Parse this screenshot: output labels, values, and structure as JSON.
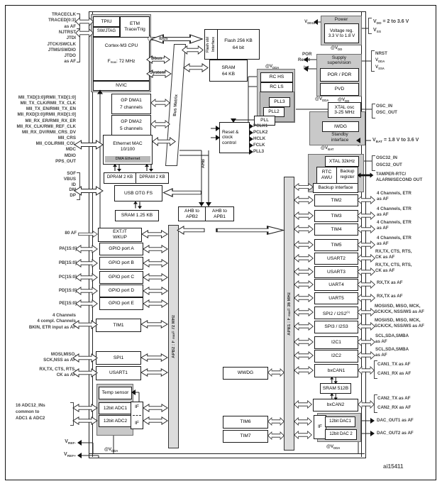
{
  "figure_id": "ai15411",
  "cpu": {
    "tpiu": "TPIU",
    "swjtag": "SW/JTAG",
    "etm": [
      "ETM",
      "Trace/Trig"
    ],
    "name": "Cortex-M3 CPU",
    "fmax": {
      "pre": "F",
      "sub": "max",
      "post": ": 72 MHz"
    },
    "nvic": "NVIC"
  },
  "left_pins": {
    "trace": [
      "TRACECLK",
      "TRACED[0:3]",
      "as AF"
    ],
    "jtag": [
      "NJTRST",
      "JTDI",
      "JTCK/SWCLK",
      "JTMS/SWDIO",
      "JTDO",
      "as AF"
    ],
    "eth": [
      "MII_TXD[3:0]/RMII_TXD[1:0]",
      "MII_TX_CLK/RMII_TX_CLK",
      "MII_TX_EN/RMII_TX_EN",
      "MII_RXD[3:0]/RMII_RXD[1:0]",
      "MII_RX_ER/RMII_RX_ER",
      "MII_RX_CLK/RMII_REF_CLK",
      "MII_RX_DV/RMII_CRS_DV",
      "MII_CRS",
      "MII_COL/RMII_COL",
      "MDC",
      "MDIO",
      "PPS_OUT"
    ],
    "usb": [
      "SOF",
      "VBUS",
      "ID",
      "DM",
      "DP"
    ],
    "exti": "80 AF",
    "ports": [
      "PA[15:0]",
      "PB[15:0]",
      "PC[15:0]",
      "PD[15:0]",
      "PE[15:0]"
    ],
    "tim1": [
      "4 Channels",
      "4 compl. Channels",
      "BKIN, ETR input as AF"
    ],
    "spi1": [
      "MOSI,MISO,",
      "SCK,NSS as AF"
    ],
    "usart1": [
      "RX,TX, CTS, RTS,",
      "CK as AF"
    ],
    "adc": [
      "16 ADC12_INs",
      "common to",
      "ADC1 & ADC2"
    ],
    "vref_minus": {
      "pre": "V",
      "sub": "REF-"
    },
    "vref_plus": {
      "pre": "V",
      "sub": "REF+"
    }
  },
  "mem": {
    "flash_if": [
      "Flash obl",
      "Interface"
    ],
    "flash": [
      "Flash 256 KB",
      "64 bit"
    ],
    "sram": [
      "SRAM",
      "64 KB"
    ]
  },
  "buses": {
    "ibus": "Ibus",
    "dbus": "Dbus",
    "system": "System",
    "bus_matrix": "Bus Matrix",
    "ahb": "AHB",
    "ahb_to_apb2": [
      "AHB to",
      "APB2"
    ],
    "ahb_to_apb1": [
      "AHB to",
      "APB1"
    ],
    "apb2_bar": {
      "pre": "APB2 : F",
      "sub": "max",
      "post": " = 72 MHz"
    },
    "apb1_bar": {
      "pre": "APB1 : F",
      "sub": "max",
      "post": " = 36 MHz"
    }
  },
  "dma": {
    "gp_dma1": [
      "GP DMA1",
      "7 channels"
    ],
    "gp_dma2": [
      "GP DMA2",
      "5 channels"
    ],
    "eth_mac": [
      "Ethernet MAC",
      "10/100"
    ],
    "dma_eth": "DMA Ethernet",
    "dpram1": "DPRAM 2 KB",
    "dpram2": "DPRAM 2 KB"
  },
  "usb": {
    "otg": "USB OTG FS",
    "sram": "SRAM 1.25 KB"
  },
  "apb2_periph": {
    "exti": [
      "EXT.IT",
      "WKUP"
    ],
    "gpio": [
      "GPIO port A",
      "GPIO port B",
      "GPIO port C",
      "GPIO port D",
      "GPIO port E"
    ],
    "tim1": "TIM1",
    "spi1": "SPI1",
    "usart1": "USART1",
    "temp": "Temp sensor",
    "adc1": "12bit ADC1",
    "adc2": "12bit ADC2",
    "if": "IF",
    "at_vdda": {
      "pre": "@V",
      "sub": "DDA"
    }
  },
  "clock": {
    "at_vdda": {
      "pre": "@V",
      "sub": "DDA"
    },
    "rc_hs": "RC HS",
    "rc_ls": "RC LS",
    "pll3": "PLL3",
    "pll2": "PLL2",
    "pll": "PLL",
    "rcc": [
      "Reset &",
      "clock",
      "control"
    ],
    "outs": [
      "PCLK1",
      "PCLK2",
      "HCLK",
      "FCLK",
      "PLL3"
    ],
    "xtal": [
      "XTAL osc",
      "3-25 MHz"
    ],
    "at_vdd": {
      "pre": "@V",
      "sub": "DD"
    },
    "iwdg": "IWDG",
    "standby": [
      "Standby",
      "interface"
    ],
    "at_vbat": {
      "pre": "@V",
      "sub": "BAT"
    }
  },
  "power": {
    "title": "Power",
    "vreg": [
      "Voltage reg.",
      "3.3 V to 1.8 V"
    ],
    "at_vdd": {
      "pre": "@V",
      "sub": "DD"
    },
    "vdd18": {
      "pre": "V",
      "sub": "DD18"
    },
    "supply": [
      "Supply",
      "supervision"
    ],
    "por_pdr": "POR / PDR",
    "pvd": "PVD",
    "at_vdda": {
      "pre": "@V",
      "sub": "DDA"
    },
    "por": "POR",
    "reset": "Reset",
    "int": "Int"
  },
  "backup": {
    "xtal32": "XTAL 32kHz",
    "rtc": [
      "RTC",
      "AWU"
    ],
    "bkp_reg": [
      "Backup",
      "register"
    ],
    "bkp_if": "Backup interface"
  },
  "apb1": {
    "items": [
      {
        "label": "TIM2",
        "pins": [
          "4 Channels, ETR",
          "as AF"
        ]
      },
      {
        "label": "TIM3",
        "pins": [
          "4 Channels, ETR",
          "as AF"
        ]
      },
      {
        "label": "TIM4",
        "pins": [
          "4 Channels, ETR",
          "as AF"
        ]
      },
      {
        "label": "TIM5",
        "pins": [
          "4 Channels, ETR",
          "as AF"
        ]
      },
      {
        "label": "USART2",
        "pins": [
          "RX,TX, CTS, RTS,",
          "CK as AF"
        ]
      },
      {
        "label": "USART3",
        "pins": [
          "RX,TX, CTS, RTS,",
          "CK as AF"
        ]
      },
      {
        "label": "UART4",
        "pins": [
          "RX,TX as AF"
        ]
      },
      {
        "label": "UART5",
        "pins": [
          "RX,TX as AF"
        ]
      },
      {
        "label": "SPI2 / I2S2",
        "sup": "(1)",
        "pins": [
          "MOSI/SD, MISO, MCK,",
          "SCK/CK, NSS/WS as AF"
        ]
      },
      {
        "label": "SPI3 / I2S3",
        "pins": [
          "MOSI/SD, MISO, MCK,",
          "SCK/CK, NSS/WS as AF"
        ]
      },
      {
        "label": "I2C1",
        "pins": [
          "SCL,SDA,SMBA",
          "as AF"
        ]
      },
      {
        "label": "I2C2",
        "pins": [
          "SCL,SDA,SMBA",
          "as AF"
        ]
      },
      {
        "label": "bxCAN1",
        "pins": [
          "CAN1_TX as AF",
          "CAN1_RX as AF"
        ]
      },
      {
        "label": "bxCAN2",
        "pins": [
          "CAN2_TX as AF",
          "CAN2_RX as AF"
        ]
      }
    ],
    "sram512": "SRAM 512B",
    "wwdg": "WWDG",
    "tim6": "TIM6",
    "tim7": "TIM7",
    "dac_if": "IF",
    "dac1": "12bit DAC1",
    "dac2": "12bit DAC 2",
    "dac_out1": "DAC_OUT1 as AF",
    "dac_out2": "DAC_OUT2 as AF",
    "at_vdda": {
      "pre": "@V",
      "sub": "DDA"
    }
  },
  "right_pins": {
    "vdd": {
      "pre": "V",
      "sub": "DD",
      "post": " = 2 to 3.6 V"
    },
    "vss": {
      "pre": "V",
      "sub": "SS"
    },
    "nrst": "NRST",
    "vdda": {
      "pre": "V",
      "sub": "DDA"
    },
    "vssa": {
      "pre": "V",
      "sub": "SSA"
    },
    "osc_in": "OSC_IN",
    "osc_out": "OSC_OUT",
    "vbat": {
      "pre": "V",
      "sub": "BAT",
      "post": " = 1.8 V to 3.6 V"
    },
    "osc32_in": "OSC32_IN",
    "osc32_out": "OSC32_OUT",
    "tamper": [
      "TAMPER-RTC/",
      "ALARM/SECOND OUT"
    ]
  }
}
